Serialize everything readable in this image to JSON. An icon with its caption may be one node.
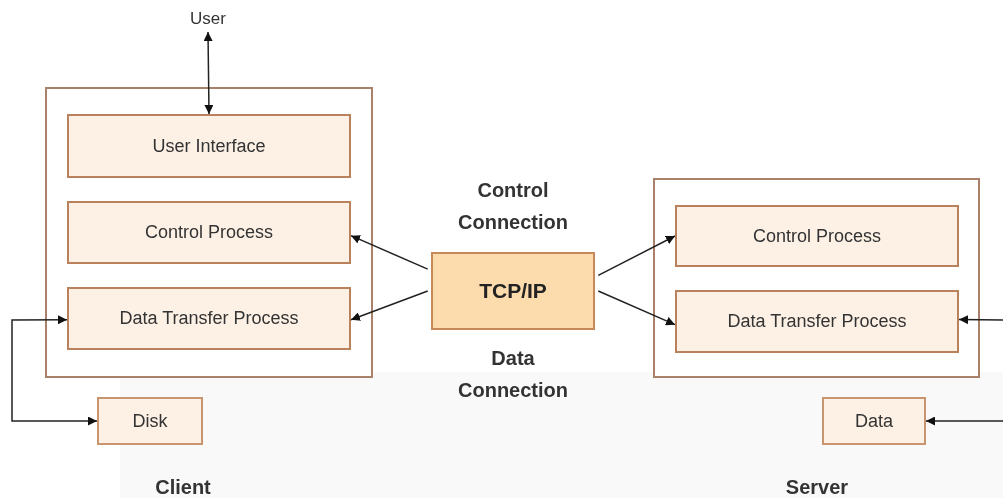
{
  "diagram": {
    "nodes": [
      {
        "text": [
          "User"
        ]
      },
      {
        "text": [],
        "shape": "box"
      },
      {
        "text": [
          "User Interface"
        ],
        "in": 1
      },
      {
        "text": [
          "Control Process"
        ],
        "in": 1
      },
      {
        "text": [
          "Data Transfer Process"
        ],
        "in": 1
      },
      {
        "text": [
          "Disk"
        ]
      },
      {
        "text": [
          "TCP/IP"
        ]
      },
      {
        "text": [],
        "shape": "box"
      },
      {
        "text": [
          "Control Process"
        ],
        "in": 7
      },
      {
        "text": [
          "Data Transfer Process"
        ],
        "in": 7
      },
      {
        "text": [
          "Data"
        ]
      }
    ],
    "edges": [
      {
        "from": 0,
        "to": 2,
        "arrow": "both"
      },
      {
        "from": 6,
        "to": 3,
        "arrow": "to"
      },
      {
        "from": 6,
        "to": 4,
        "arrow": "to"
      },
      {
        "from": 6,
        "to": 8,
        "arrow": "to"
      },
      {
        "from": 6,
        "to": 9,
        "arrow": "to"
      },
      {
        "from": 4,
        "to": 5,
        "arrow": "both"
      },
      {
        "from": null,
        "to": 9,
        "arrow": "to"
      },
      {
        "from": null,
        "to": 10,
        "arrow": "to"
      }
    ],
    "labels": [
      "Control Connection",
      "Data Connection",
      "Client",
      "Server"
    ]
  }
}
